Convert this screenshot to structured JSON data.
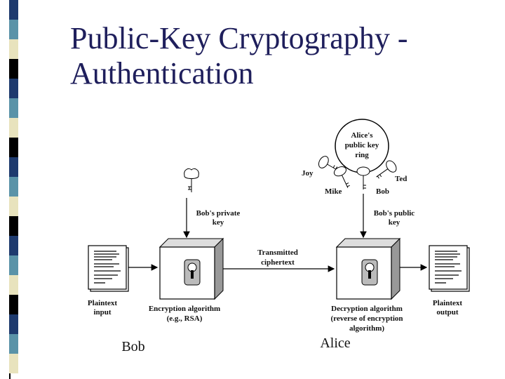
{
  "slide": {
    "title": "Public-Key Cryptography -\nAuthentication",
    "left_party": "Bob",
    "right_party": "Alice"
  },
  "diagram": {
    "key_ring_title": [
      "Alice's",
      "public key",
      "ring"
    ],
    "ring_keys": {
      "joy": "Joy",
      "ted": "Ted",
      "mike": "Mike",
      "bob": "Bob"
    },
    "private_key": [
      "Bob's private",
      "key"
    ],
    "public_key": [
      "Bob's public",
      "key"
    ],
    "transmitted": [
      "Transmitted",
      "ciphertext"
    ],
    "plaintext_input": [
      "Plaintext",
      "input"
    ],
    "plaintext_output": [
      "Plaintext",
      "output"
    ],
    "encryption": [
      "Encryption algorithm",
      "(e.g., RSA)"
    ],
    "decryption": [
      "Decryption algorithm",
      "(reverse of encryption",
      "algorithm)"
    ]
  },
  "stripe_colors": [
    "#1e3a6e",
    "#5a93a8",
    "#e8e3bd",
    "#000000"
  ]
}
